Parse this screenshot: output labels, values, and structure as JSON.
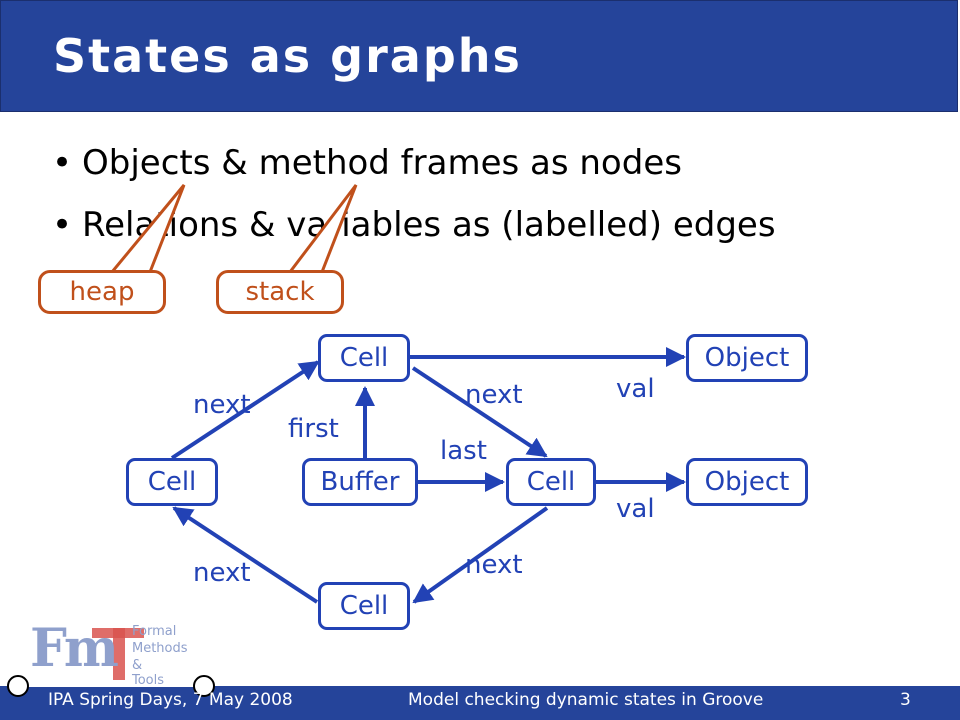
{
  "slide": {
    "title": "States as graphs",
    "bullets": [
      "Objects & method frames as nodes",
      "Relations & variables as (labelled) edges"
    ],
    "callouts": {
      "heap": "heap",
      "stack": "stack"
    }
  },
  "graph": {
    "nodes": {
      "cell_top": "Cell",
      "object_top": "Object",
      "cell_left": "Cell",
      "buffer": "Buffer",
      "cell_mid": "Cell",
      "object_mid": "Object",
      "cell_bottom": "Cell"
    },
    "edges": {
      "next_upper_left": "next",
      "next_upper_right": "next",
      "first": "first",
      "last": "last",
      "val_top": "val",
      "val_mid": "val",
      "next_lower_left": "next",
      "next_lower_right": "next"
    }
  },
  "logo": {
    "mark": "Fm",
    "line1": "Formal",
    "line2": "Methods",
    "line3": "& Tools"
  },
  "footer": {
    "left": "IPA Spring Days, 7 May 2008",
    "center": "Model checking dynamic states in Groove",
    "page": "3"
  },
  "colors": {
    "title_bar": "#25449a",
    "graph": "#2242b5",
    "callout": "#c0501b"
  }
}
